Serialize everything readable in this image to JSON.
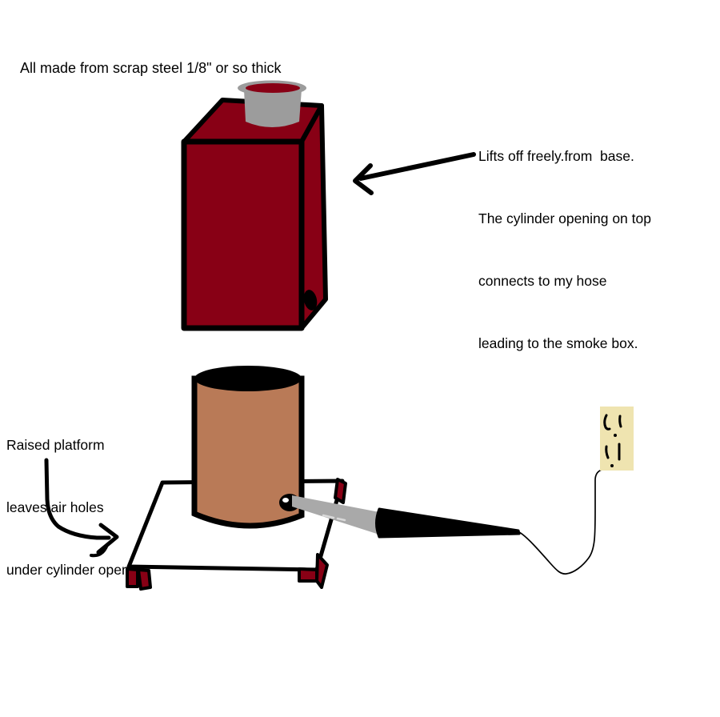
{
  "canvas": {
    "background": "#FFFFFF"
  },
  "colors": {
    "dark_red": "#880015",
    "brown": "#B97A57",
    "pot_gray": "#9C9C9C",
    "rod_gray": "#A9A9A9",
    "rod_highlight": "#D9D9D9",
    "outlet_beige": "#EFE4B0",
    "platform_white": "#FFFFFF",
    "ink_black": "#000000"
  },
  "notes": {
    "material": {
      "text": "All made from scrap steel 1/8\" or so thick"
    },
    "lid": {
      "lines": [
        "Lifts off freely.from  base.",
        "The cylinder opening on top",
        "connects to my hose",
        "leading to the smoke box."
      ]
    },
    "platform": {
      "lines": [
        "Raised platform",
        "leaves air holes",
        "under cylinder open"
      ]
    }
  }
}
